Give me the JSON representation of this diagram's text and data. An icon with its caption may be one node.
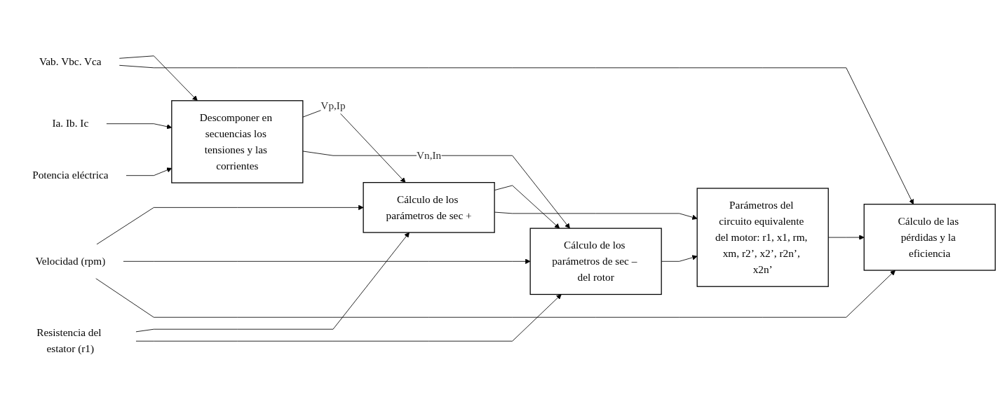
{
  "diagram": {
    "nodes": [
      {
        "text": [
          "Vab. Vbc. Vca"
        ]
      },
      {
        "text": [
          "Ia. Ib. Ic"
        ]
      },
      {
        "text": [
          "Potencia eléctrica"
        ]
      },
      {
        "text": [
          "Descomponer en secuencias los tensiones y las corrientes"
        ]
      },
      {
        "text": [
          "Cálculo de los parámetros de sec +"
        ]
      },
      {
        "text": [
          "Cálculo de los parámetros de sec – del rotor"
        ]
      },
      {
        "text": [
          "Parámetros del circuito equivalente del motor: r1, x1, rm, xm, r2’, x2’, r2n’, x2n’"
        ]
      },
      {
        "text": [
          "Cálculo de las pérdidas y la eficiencia"
        ]
      },
      {
        "text": [
          "Resistencia del estator (r1)"
        ]
      },
      {
        "text": [
          "Velocidad (rpm)"
        ]
      }
    ],
    "edges": [
      {
        "from": 0,
        "to": 3,
        "arrow": "to"
      },
      {
        "from": 0,
        "to": 7,
        "arrow": "to"
      },
      {
        "from": 1,
        "to": 3,
        "arrow": "to"
      },
      {
        "from": 2,
        "to": 3,
        "arrow": "to"
      },
      {
        "from": 3,
        "to": 4,
        "arrow": "to",
        "label": "Vp,Ip"
      },
      {
        "from": 3,
        "to": 5,
        "arrow": "to",
        "label": "Vn,In"
      },
      {
        "from": 8,
        "to": 4,
        "arrow": "to"
      },
      {
        "from": 8,
        "to": 5,
        "arrow": "to"
      },
      {
        "from": 9,
        "to": 4,
        "arrow": "to"
      },
      {
        "from": 9,
        "to": 5,
        "arrow": "to"
      },
      {
        "from": 9,
        "to": 7,
        "arrow": "to"
      },
      {
        "from": 4,
        "to": 5,
        "arrow": "to"
      },
      {
        "from": 4,
        "to": 6,
        "arrow": "to"
      },
      {
        "from": 5,
        "to": 6,
        "arrow": "to"
      },
      {
        "from": 6,
        "to": 7,
        "arrow": "to"
      }
    ]
  }
}
